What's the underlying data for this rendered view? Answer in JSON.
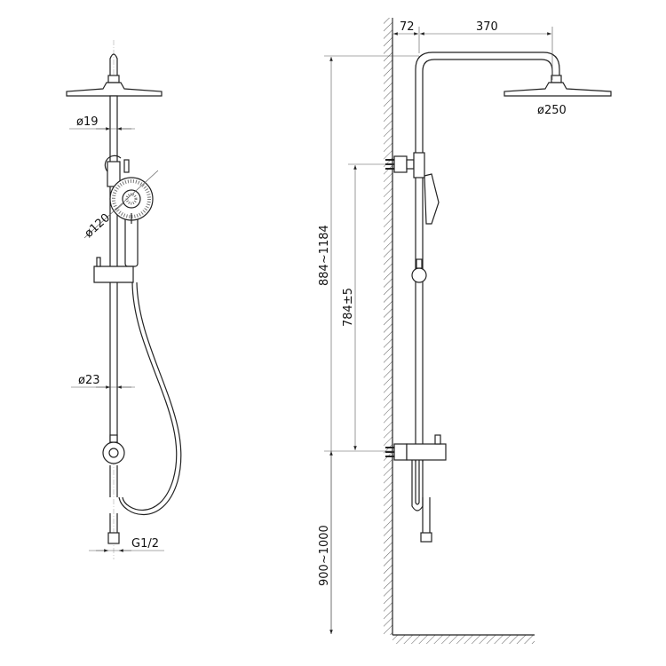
{
  "front_view": {
    "dim_pipe_top": "ø19",
    "dim_hand_shower": "ø120",
    "dim_pipe_bottom": "ø23",
    "dim_connection": "G1/2"
  },
  "side_view": {
    "dim_wall_offset": "72",
    "dim_arm_length": "370",
    "dim_head": "ø250",
    "dim_total_height": "884~1184",
    "dim_bracket_spacing": "784±5",
    "dim_mount_height": "900~1000"
  }
}
